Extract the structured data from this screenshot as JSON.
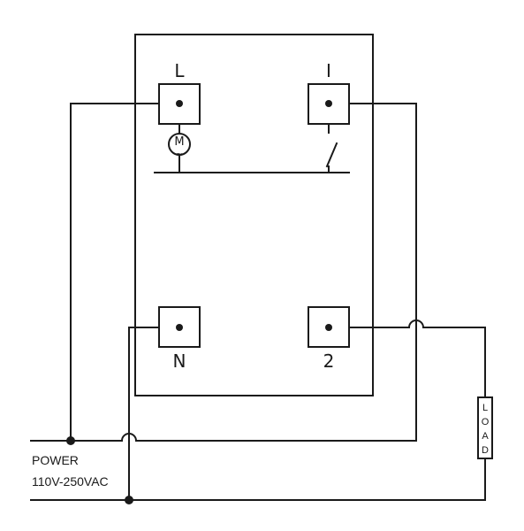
{
  "terminals": {
    "top_left_label": "L",
    "top_right_label": "I",
    "bottom_left_label": "N",
    "bottom_right_label": "2"
  },
  "motor": {
    "symbol": "M",
    "tilde": "~"
  },
  "load": {
    "letters": [
      "L",
      "O",
      "A",
      "D"
    ]
  },
  "power": {
    "line1": "POWER",
    "line2": "110V-250VAC"
  }
}
